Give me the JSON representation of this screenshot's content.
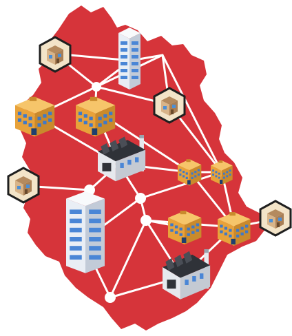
{
  "palette": {
    "region_fill": "#d6343a",
    "link_color": "#ffffff",
    "hub_color": "#ffffff",
    "office_body": "#f0b24a",
    "office_side": "#c98a2c",
    "office_window": "#3f79c8",
    "tower_face": "#e9eef5",
    "tower_side": "#c2cbd8",
    "tower_window": "#4a86d6",
    "factory_wall": "#e6e9ee",
    "factory_roof": "#3c3f46",
    "house_hex_border": "#1f1f1f",
    "house_hex_fill": "#f3e4c8",
    "house_wall": "#c9a27a",
    "house_window": "#4b8fd6"
  },
  "buildings": [
    {
      "kind": "tower",
      "icon": "tower-building-icon"
    },
    {
      "kind": "tower",
      "icon": "tower-building-icon"
    },
    {
      "kind": "office",
      "icon": "office-building-icon"
    },
    {
      "kind": "office",
      "icon": "office-building-icon"
    },
    {
      "kind": "office",
      "icon": "office-building-icon"
    },
    {
      "kind": "office",
      "icon": "office-building-icon"
    },
    {
      "kind": "office",
      "icon": "office-building-icon"
    },
    {
      "kind": "office",
      "icon": "office-building-icon"
    },
    {
      "kind": "factory",
      "icon": "factory-icon"
    },
    {
      "kind": "factory",
      "icon": "factory-icon"
    },
    {
      "kind": "house",
      "icon": "house-hexagon-icon"
    },
    {
      "kind": "house",
      "icon": "house-hexagon-icon"
    },
    {
      "kind": "house",
      "icon": "house-hexagon-icon"
    },
    {
      "kind": "house",
      "icon": "house-hexagon-icon"
    }
  ],
  "hub_count": 5,
  "link_count": 28
}
